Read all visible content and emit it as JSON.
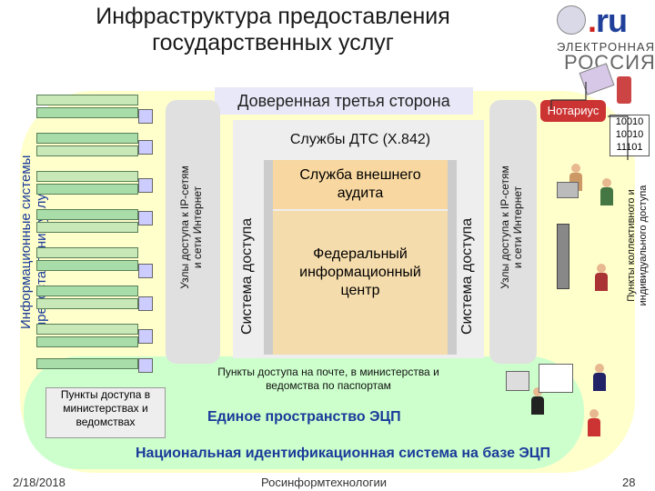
{
  "header": {
    "title_line1": "Инфраструктура предоставления",
    "title_line2": "государственных услуг"
  },
  "logo": {
    "ru_prefix": ".",
    "ru_text": "ru",
    "line1": "ЭЛЕКТРОННАЯ",
    "line2": "РОССИЯ"
  },
  "diagram": {
    "trusted_third_party": "Доверенная третья сторона",
    "dts_services": "Службы ДТС (X.842)",
    "audit_service_line1": "Служба внешнего",
    "audit_service_line2": "аудита",
    "federal_center_line1": "Федеральный",
    "federal_center_line2": "информационный",
    "federal_center_line3": "центр",
    "access_system_left": "Система доступа",
    "access_system_right": "Система доступа",
    "ip_nodes_left_line1": "Узлы доступа к IP-сетям",
    "ip_nodes_left_line2": "и сети Интернет",
    "ip_nodes_right_line1": "Узлы доступа к IP-сетям",
    "ip_nodes_right_line2": "и сети Интернет",
    "gov_info_systems_line1": "Информационные системы",
    "gov_info_systems_line2": "предоставления услуг",
    "notary": "Нотариус",
    "bits_line1": "10010",
    "bits_line2": "10010",
    "bits_line3": "11101",
    "collective_points_line1": "Пункты коллективного и",
    "collective_points_line2": "индивидуального доступа",
    "ministry_points_line1": "Пункты доступа в",
    "ministry_points_line2": "министерствах и",
    "ministry_points_line3": "ведомствах",
    "post_points_line1": "Пункты доступа на почте, в министерства и",
    "post_points_line2": "ведомства по паспортам",
    "eds_space": "Единое пространство ЭЦП",
    "national_id_system": "Национальная идентификационная система на базе ЭЦП"
  },
  "footer": {
    "date": "2/18/2018",
    "company": "Росинформтехнологии",
    "page": "28"
  },
  "colors": {
    "outer_bg": "#ffffcc",
    "inner_bg": "#ccffcc",
    "title_accent": "#1a3a9a",
    "notary": "#cc3333",
    "audit_box": "#f8d8a0"
  }
}
